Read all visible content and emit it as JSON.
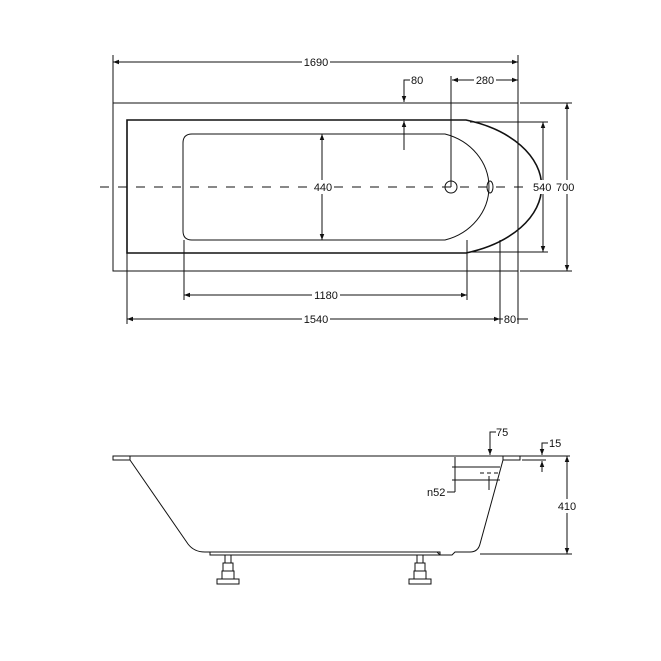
{
  "top_view": {
    "overall_length": "1690",
    "rim_offset": "80",
    "drain_to_end": "280",
    "inner_width": "440",
    "basin_width": "540",
    "overall_width": "700",
    "basin_length": "1180",
    "inner_length": "1540",
    "end_rim": "80"
  },
  "side_view": {
    "rim_width": "75",
    "rim_thickness": "15",
    "overflow_diameter": "n52",
    "height": "410"
  },
  "colors": {
    "line": "#111111",
    "background": "#ffffff"
  }
}
